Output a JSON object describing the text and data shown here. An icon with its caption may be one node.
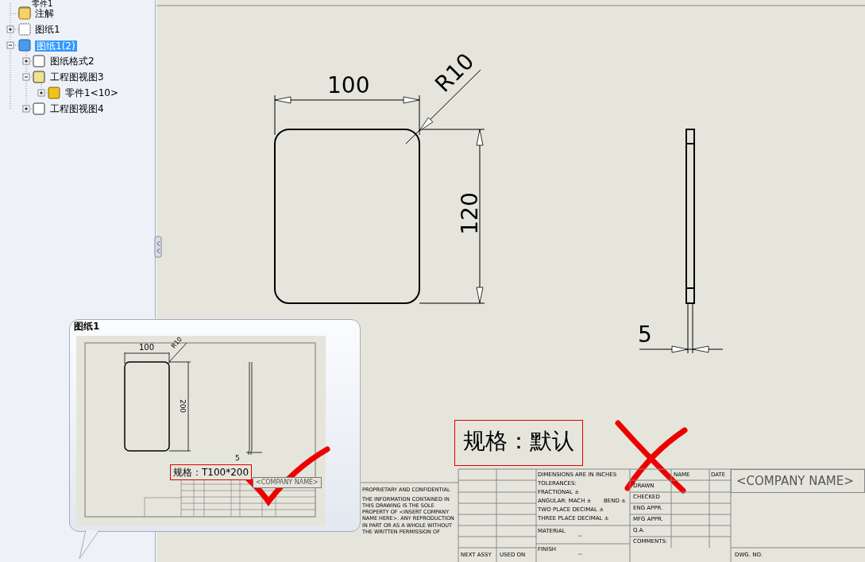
{
  "diagram": {
    "labels": [
      "零件1",
      "注解",
      "图纸1",
      "图纸1(2)",
      "图纸格式2",
      "工程图视图3",
      "零件1<10>",
      "工程图视图4",
      "100",
      "R10",
      "120",
      "5",
      "图纸1",
      "100",
      "R10",
      "200",
      "5",
      "规格：T100*200",
      "<COMPANY NAME>",
      "规格：默认",
      "DIMENSIONS ARE IN INCHES",
      "TOLERANCES:",
      "FRACTIONAL ±",
      "ANGULAR: MACH ±",
      "BEND ±",
      "TWO PLACE DECIMAL ±",
      "THREE PLACE DECIMAL ±",
      "NAME",
      "DATE",
      "<COMPANY NAME>",
      "DRAWN",
      "CHECKED",
      "ENG APPR.",
      "MFG APPR.",
      "Q.A.",
      "COMMENTS:",
      "MATERIAL",
      "--",
      "PROPRIETARY AND CONFIDENTIAL",
      "THE INFORMATION CONTAINED IN THIS DRAWING IS THE SOLE PROPERTY OF <INSERT COMPANY NAME HERE>. ANY REPRODUCTION IN PART OR AS A WHOLE WITHOUT THE WRITTEN PERMISSION OF",
      "FINISH",
      "--",
      "NEXT ASSY",
      "USED ON",
      "DWG. NO."
    ]
  }
}
